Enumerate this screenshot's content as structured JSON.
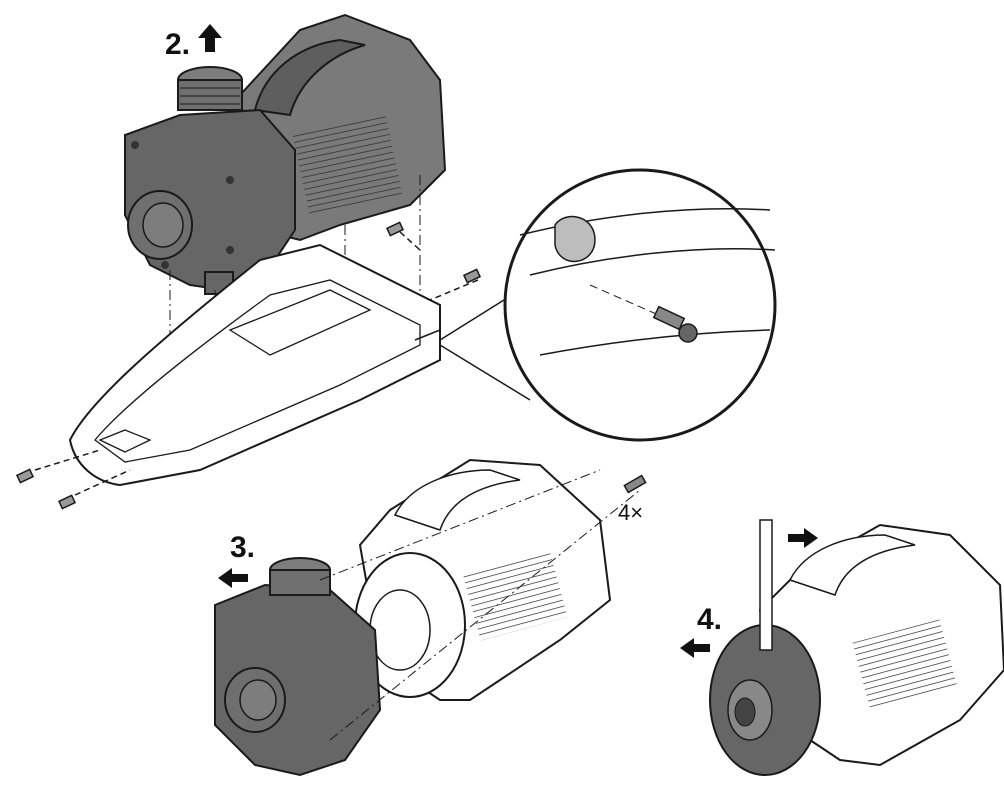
{
  "steps": [
    {
      "label": "2."
    },
    {
      "label": "3."
    },
    {
      "label": "4."
    }
  ],
  "quantity_label": "4×",
  "colors": {
    "line": "#1a1a1a",
    "housing_dark": "#6b6b6b",
    "housing_mid": "#8a8a8a",
    "paper": "#ffffff"
  }
}
